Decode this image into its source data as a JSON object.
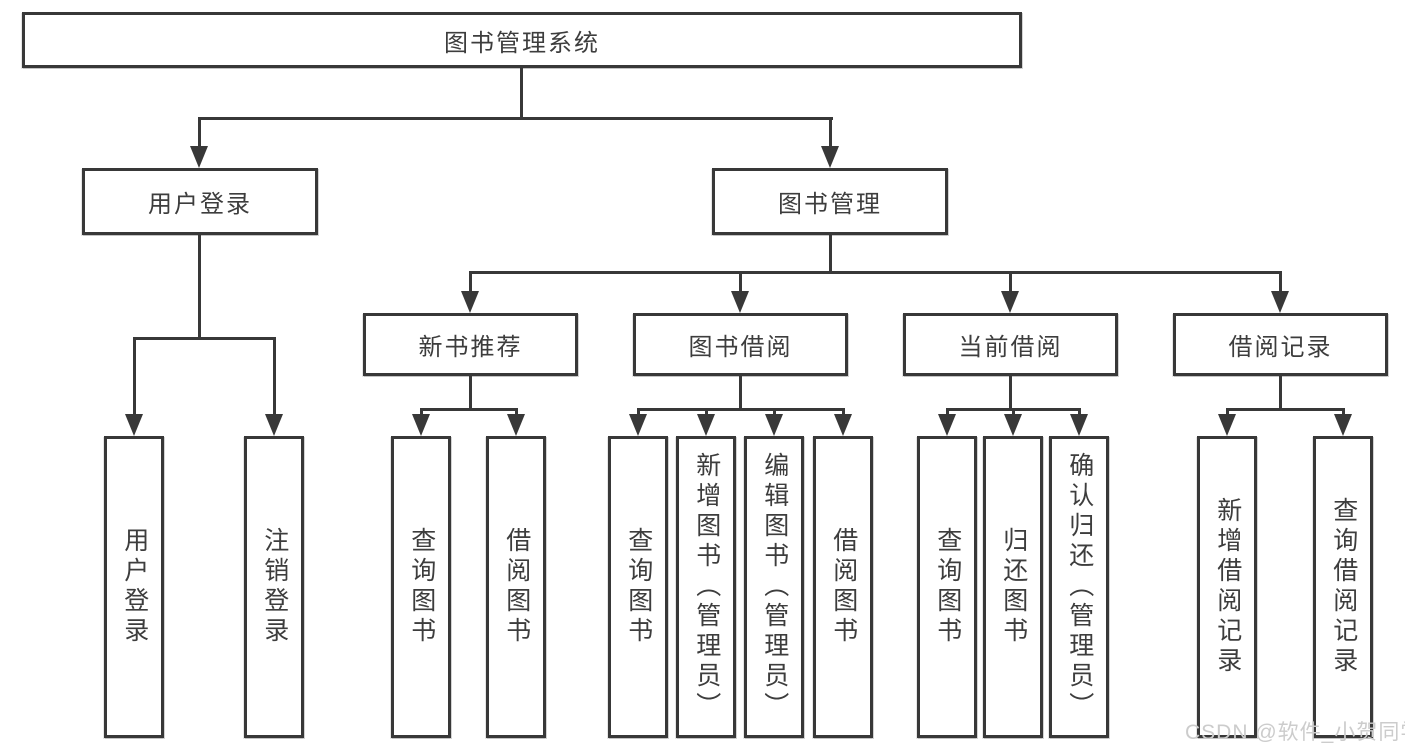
{
  "tree": {
    "root": {
      "label": "图书管理系统",
      "children": [
        {
          "label": "用户登录",
          "children": [
            {
              "label": "用户登录"
            },
            {
              "label": "注销登录"
            }
          ]
        },
        {
          "label": "图书管理",
          "children": [
            {
              "label": "新书推荐",
              "children": [
                {
                  "label": "查询图书"
                },
                {
                  "label": "借阅图书"
                }
              ]
            },
            {
              "label": "图书借阅",
              "children": [
                {
                  "label": "查询图书"
                },
                {
                  "label": "新增图书（管理员）"
                },
                {
                  "label": "编辑图书（管理员）"
                },
                {
                  "label": "借阅图书"
                }
              ]
            },
            {
              "label": "当前借阅",
              "children": [
                {
                  "label": "查询图书"
                },
                {
                  "label": "归还图书"
                },
                {
                  "label": "确认归还（管理员）"
                }
              ]
            },
            {
              "label": "借阅记录",
              "children": [
                {
                  "label": "新增借阅记录"
                },
                {
                  "label": "查询借阅记录"
                }
              ]
            }
          ]
        }
      ]
    }
  },
  "watermark": "CSDN @软件_小贺同学",
  "colors": {
    "line": "#383838",
    "text": "#3d3d3d",
    "watermark": "#cccccc",
    "background": "#ffffff"
  }
}
